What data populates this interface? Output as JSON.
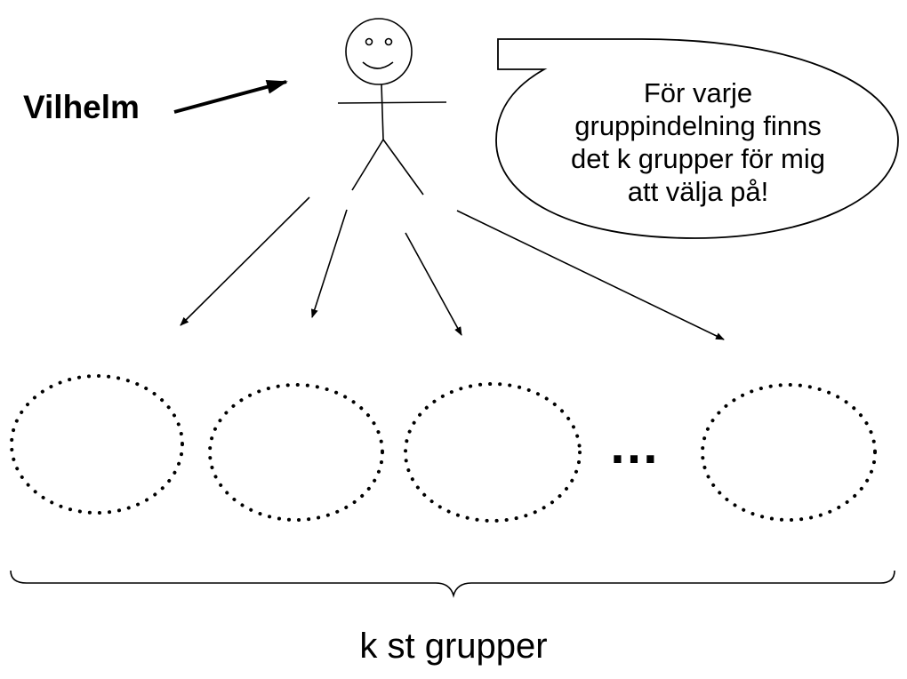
{
  "diagram": {
    "person_label": "Vilhelm",
    "speech_lines": [
      "För varje",
      "gruppindelning finns",
      "det k grupper för mig",
      "att välja på!"
    ],
    "group_count_visible": 4,
    "ellipsis": "…",
    "bottom_label": "k st grupper",
    "colors": {
      "stroke": "#000000",
      "background": "#ffffff"
    }
  }
}
